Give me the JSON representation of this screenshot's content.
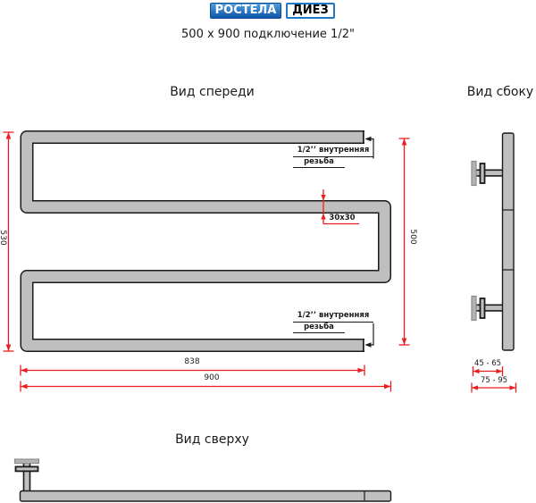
{
  "header": {
    "brand": "РОСТЕЛА",
    "model": "ДИЕЗ",
    "subtitle": "500 x 900 подключение 1/2\""
  },
  "views": {
    "front_title": "Вид спереди",
    "side_title": "Вид сбоку",
    "top_title": "Вид сверху"
  },
  "dimensions": {
    "overall_height": "530",
    "connection_height": "500",
    "inner_width": "838",
    "overall_width": "900",
    "tube_section": "30x30",
    "wall_distance_min": "45 - 65",
    "wall_distance_max": "75 - 95"
  },
  "connection_labels": {
    "top_line1": "1/2’’ внутренняя",
    "top_line2": "резьба",
    "bottom_line1": "1/2’’ внутренняя",
    "bottom_line2": "резьба"
  },
  "colors": {
    "ink": "#1a1a1a",
    "tube_fill": "#bfbfbf",
    "dim_red": "#ee1c1c",
    "brand_top": "#4f9ede",
    "brand_bottom": "#0f55a8",
    "brand_border": "#0d4c9a",
    "model_border": "#1e78c8",
    "flange_fill": "#b3b3b3",
    "flange_border": "#8c8c8c"
  }
}
